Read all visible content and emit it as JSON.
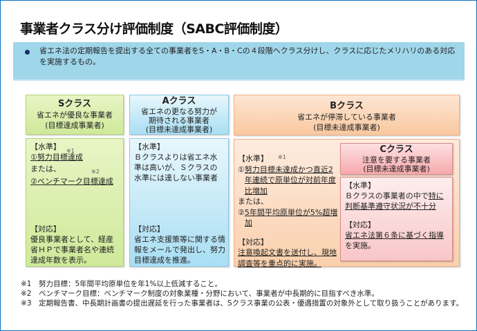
{
  "title": "事業者クラス分け評価制度（SABC評価制度）",
  "banner": "省エネ法の定期報告を提出する全ての事業者をS・A・B・Cの４段階へクラス分けし、クラスに応じたメリハリのある対応を実施するもの。",
  "s": {
    "name": "Sクラス",
    "desc": "省エネが優良な事業者",
    "sub": "(目標達成事業者)",
    "level_label": "【水準】",
    "note1": "※1",
    "item1": "①努力目標達成",
    "or": "または、",
    "note2": "※2",
    "item2": "②ベンチマーク目標達成",
    "resp_label": "【対応】",
    "resp": "優良事業者として、経産省ＨＰで事業者名や連続達成年数を表示。"
  },
  "a": {
    "name": "Aクラス",
    "desc": "省エネの更なる努力が期待される事業者",
    "sub": "(目標未達成事業者)",
    "level_label": "【水準】",
    "level": "Ｂクラスよりは省エネ水準は高いが、Ｓクラスの水準には達しない事業者",
    "resp_label": "【対応】",
    "resp": "省エネ支援策等に関する情報をメールで発出し、努力目標達成を推進。"
  },
  "b": {
    "name": "Bクラス",
    "desc": "省エネが停滞している事業者",
    "sub": "(目標未達成事業者)",
    "level_label": "【水準】",
    "note1": "※1",
    "item1_num": "①",
    "item1": "努力目標未達成かつ直近2年連続で原単位が対前年度比増加",
    "or": "または、",
    "item2_num": "②",
    "item2": "5年間平均原単位が5%超増加",
    "resp_label": "【対応】",
    "resp": "注意喚起文書を送付し、現地調査等を重点的に実施。"
  },
  "c": {
    "name": "Cクラス",
    "desc": "注意を要する事業者",
    "sub": "(目標未達成事業者)",
    "level_label": "【水準】",
    "level_a": "Ｂクラスの事業者の中で",
    "level_b": "特に判断基準遵守状況が不十分",
    "resp_label": "【対応】",
    "resp_a": "省エネ法第６条に基づく指導",
    "resp_b": "を実施。"
  },
  "notes": [
    "※1　努力目標：5年間平均原単位を年1%以上低減すること。",
    "※2　ベンチマーク目標：ベンチマーク制度の対象業種・分野において、事業者が中長期的に目指すべき水準。",
    "※3　定期報告書、中長期計画書の提出遅延を行った事業者は、Sクラス事業の公表・優遇措置の対象外として取り扱うことがあります。"
  ]
}
